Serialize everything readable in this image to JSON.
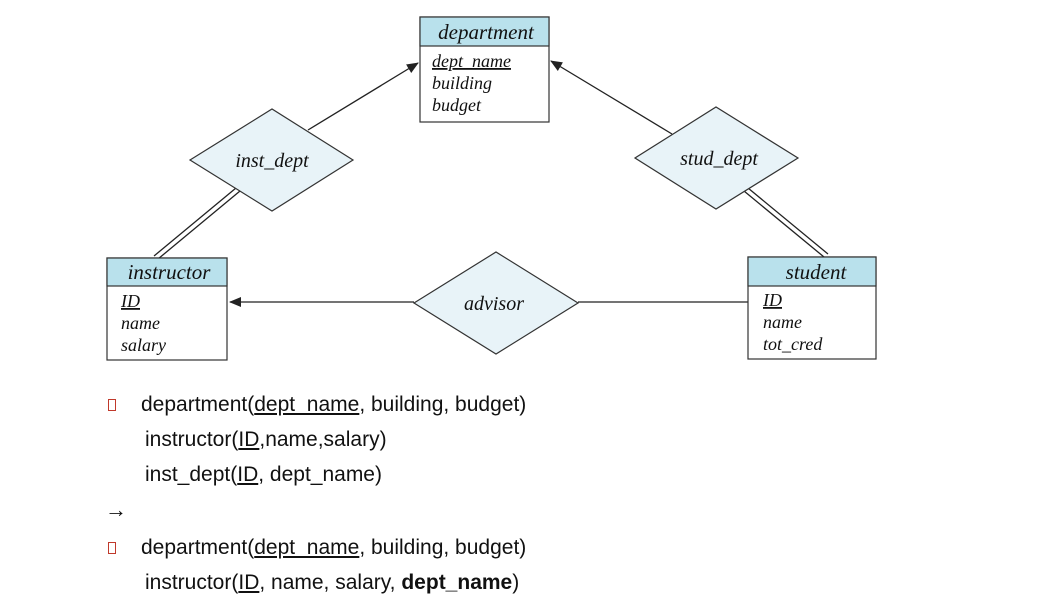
{
  "diagram": {
    "entities": {
      "department": {
        "title": "department",
        "attributes": [
          "dept_name",
          "building",
          "budget"
        ],
        "key": "dept_name"
      },
      "instructor": {
        "title": "instructor",
        "attributes": [
          "ID",
          "name",
          "salary"
        ],
        "key": "ID"
      },
      "student": {
        "title": "student",
        "attributes": [
          "ID",
          "name",
          "tot_cred"
        ],
        "key": "ID"
      }
    },
    "relationships": {
      "inst_dept": "inst_dept",
      "stud_dept": "stud_dept",
      "advisor": "advisor"
    }
  },
  "schema": {
    "group1": {
      "department": {
        "name": "department",
        "open": "(",
        "key": "dept_name",
        "rest": ", building, budget)"
      },
      "instructor": {
        "name": "instructor",
        "open": "(",
        "key": "ID",
        "rest": ",name,salary)"
      },
      "inst_dept": {
        "name": "inst_dept",
        "open": "(",
        "key": "ID",
        "rest": ", dept_name)"
      }
    },
    "arrow": "→",
    "group2": {
      "department": {
        "name": "department",
        "open": "(",
        "key": "dept_name",
        "rest": ", building, budget)"
      },
      "instructor": {
        "name": "instructor",
        "open": "(",
        "key": "ID",
        "mid": ", name, salary, ",
        "bold": "dept_name",
        "close": ")"
      }
    }
  },
  "colors": {
    "entity_header": "#b9e1ec",
    "relationship_fill": "#e8f3f8",
    "bullet": "#c0392b"
  }
}
